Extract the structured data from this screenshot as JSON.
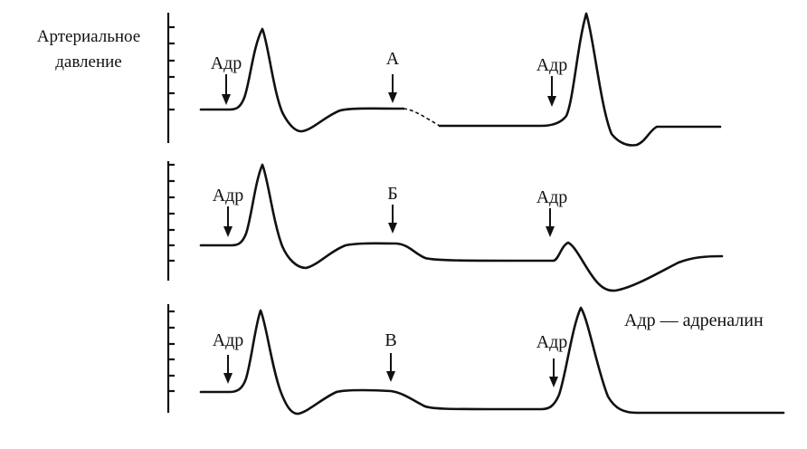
{
  "y_axis_label": [
    "Артериальное",
    "давление"
  ],
  "legend": "Адр — адреналин",
  "panels": [
    {
      "id": "A",
      "markers": [
        {
          "label": "Адр"
        },
        {
          "label": "А"
        },
        {
          "label": "Адр"
        }
      ]
    },
    {
      "id": "B",
      "markers": [
        {
          "label": "Адр"
        },
        {
          "label": "Б"
        },
        {
          "label": "Адр"
        }
      ]
    },
    {
      "id": "V",
      "markers": [
        {
          "label": "Адр"
        },
        {
          "label": "В"
        },
        {
          "label": "Адр"
        }
      ]
    }
  ]
}
